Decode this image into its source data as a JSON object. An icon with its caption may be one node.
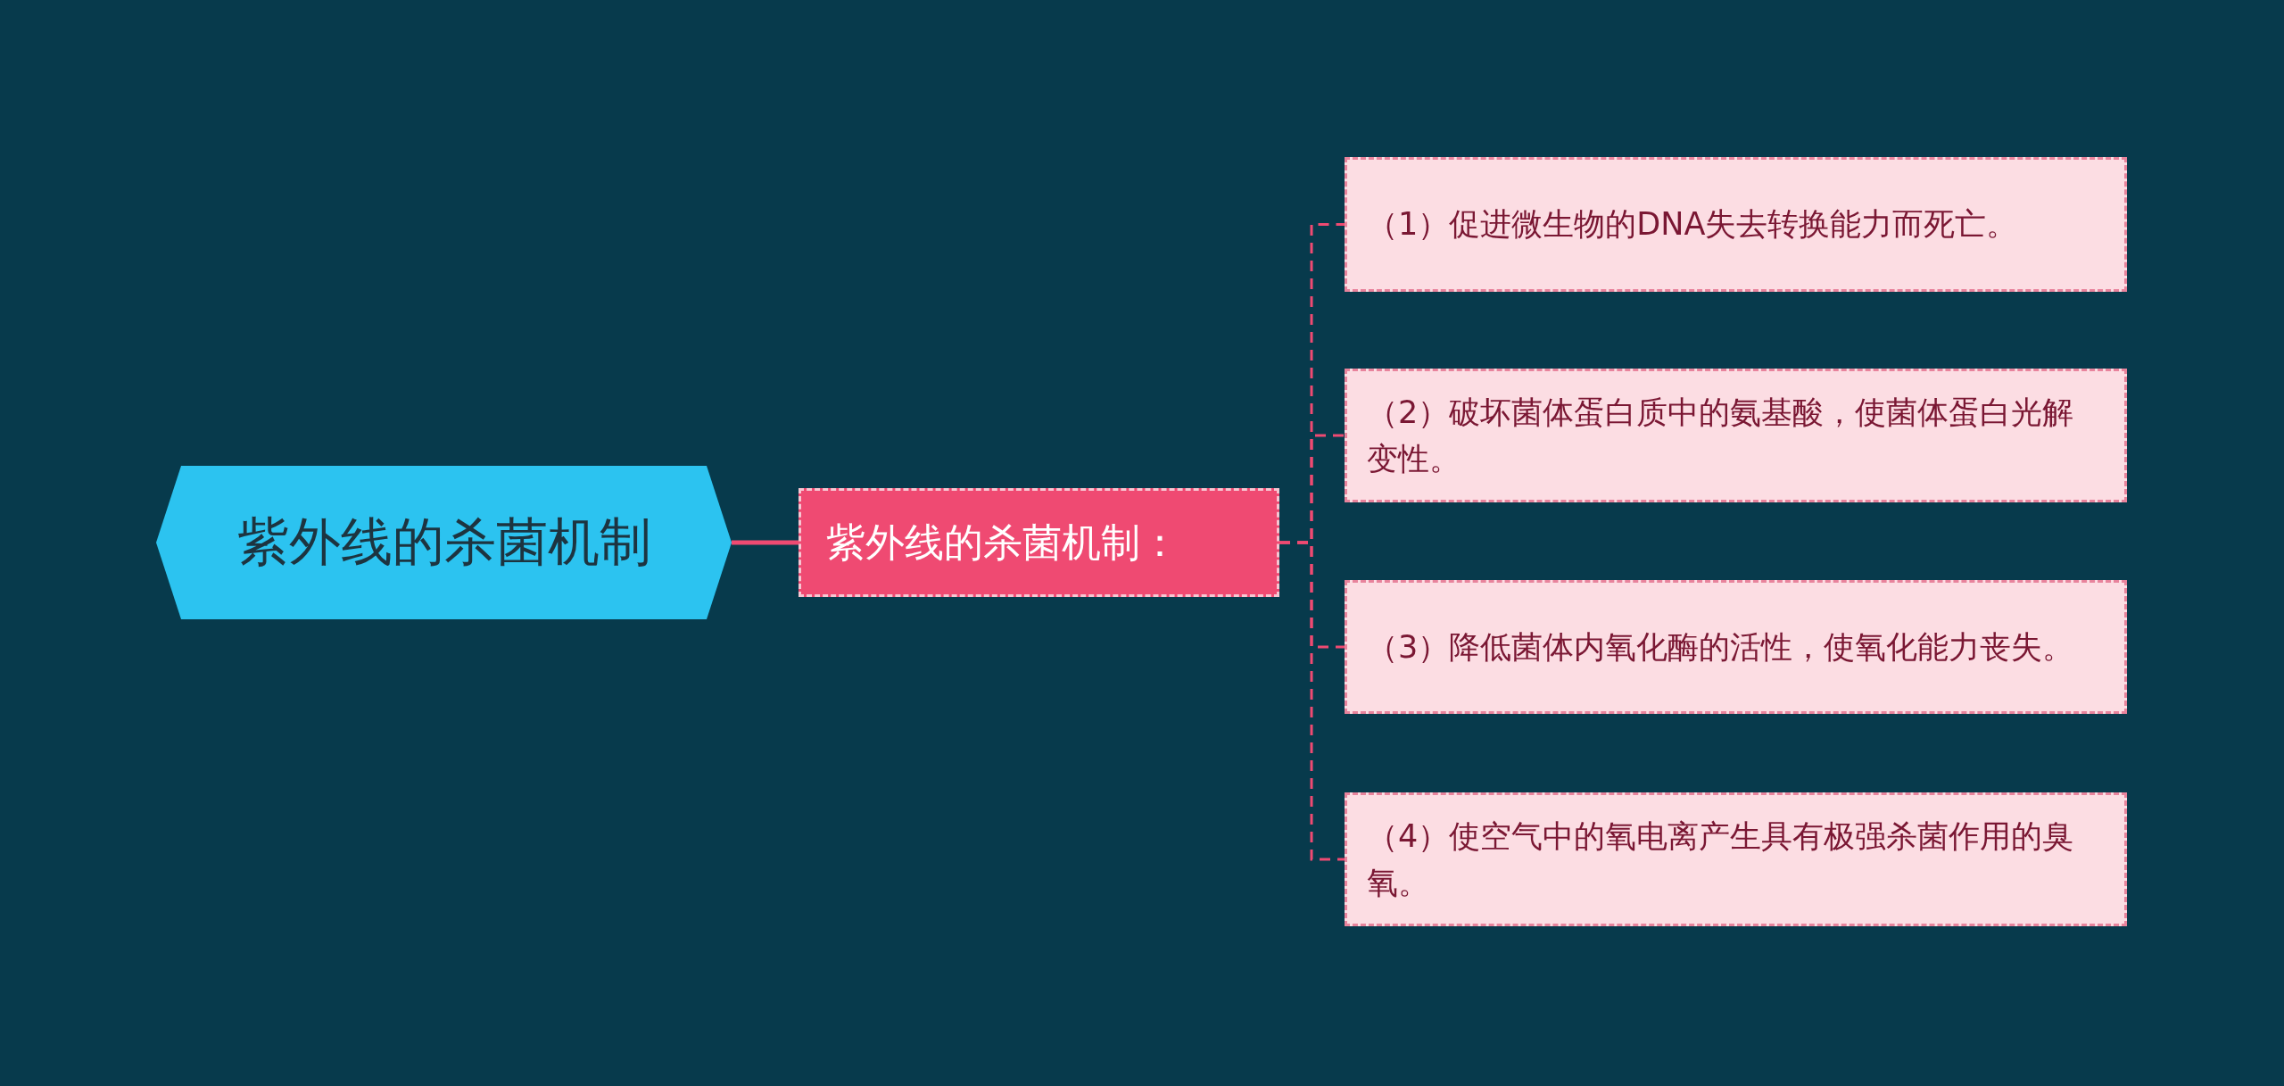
{
  "diagram": {
    "nodes": [
      {
        "text": [
          "紫外线的杀菌机制"
        ]
      },
      {
        "text": [
          "紫外线的杀菌机制："
        ]
      },
      {
        "text": [
          "（1）促进微生物的DNA失去转换能力而死亡。"
        ]
      },
      {
        "text": [
          "（2）破坏菌体蛋白质中的氨基酸，使菌体蛋白光解变性。"
        ]
      },
      {
        "text": [
          "（3）降低菌体内氧化酶的活性，使氧化能力丧失。"
        ]
      },
      {
        "text": [
          "（4）使空气中的氧电离产生具有极强杀菌作用的臭氧。"
        ]
      }
    ],
    "edges": [
      {
        "from": 0,
        "to": 1,
        "arrow": "none"
      },
      {
        "from": 1,
        "to": 2,
        "arrow": "none",
        "style": "dashed"
      },
      {
        "from": 1,
        "to": 3,
        "arrow": "none",
        "style": "dashed"
      },
      {
        "from": 1,
        "to": 4,
        "arrow": "none",
        "style": "dashed"
      },
      {
        "from": 1,
        "to": 5,
        "arrow": "none",
        "style": "dashed"
      }
    ]
  }
}
